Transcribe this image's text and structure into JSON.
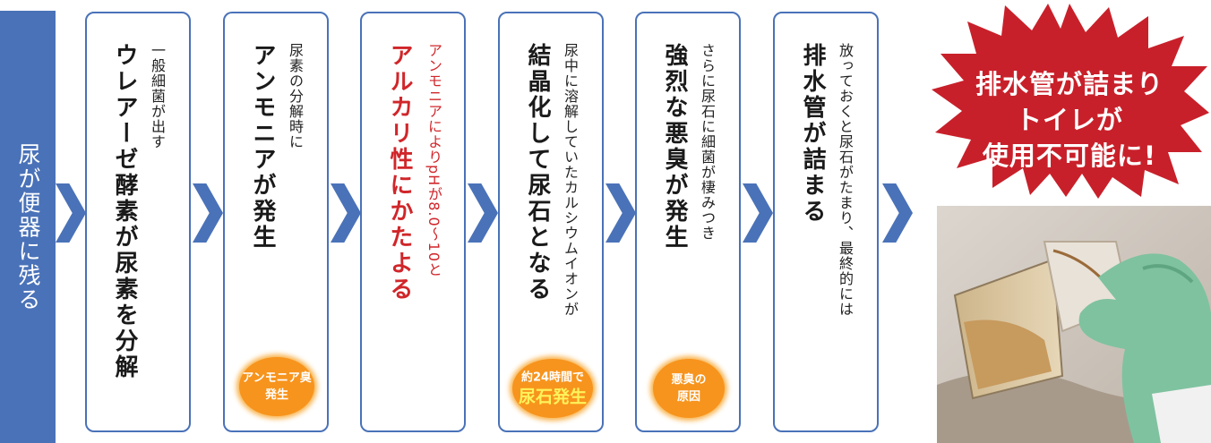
{
  "start": {
    "label": "尿が便器に残る"
  },
  "steps": [
    {
      "sub": "一般細菌が出す",
      "main": "ウレアーゼ酵素が尿素を分解"
    },
    {
      "sub": "尿素の分解時に",
      "main": "アンモニアが発生",
      "badge": {
        "line1": "アンモニア臭",
        "line2": "発生"
      }
    },
    {
      "sub": "アンモニアによりpHが8.0〜10と",
      "main": "アルカリ性にかたよる"
    },
    {
      "sub": "尿中に溶解していたカルシウムイオンが",
      "main": "結晶化して尿石となる",
      "badge": {
        "line1": "約24時間で",
        "line2": "尿石発生"
      }
    },
    {
      "sub": "さらに尿石に細菌が棲みつき",
      "main": "強烈な悪臭が発生",
      "badge": {
        "line1": "悪臭の",
        "line2": "原因"
      }
    },
    {
      "sub": "放っておくと尿石がたまり、最終的には",
      "main": "排水管が詰まる"
    }
  ],
  "result": {
    "line1": "排水管が詰まり",
    "line2": "トイレが",
    "line3": "使用不可能に!"
  },
  "colors": {
    "blue": "#4a72b8",
    "red": "#c8202a",
    "orange": "#f7941d",
    "yellow": "#fff35a"
  }
}
